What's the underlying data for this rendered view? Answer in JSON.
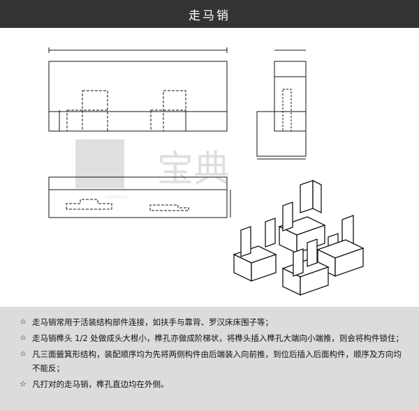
{
  "header": {
    "title": "走马销"
  },
  "drawing": {
    "watermark_brand": "宝典",
    "watermark_sub": "FURNITURE",
    "icon": "engineering-drawing-and-isometric-blocks"
  },
  "notes": {
    "bullet": "☆",
    "items": [
      "走马销常用于活装结构部件连接，如扶手与靠背、罗汉床床围子等；",
      "走马销榫头 1/2 处做成头大根小，榫孔亦做成阶梯状，将榫头插入榫孔大端向小端推，则会将构件锁住；",
      "凡三面籤箕形结构，装配顺序均为先将两侧构件由后端装入向前推，到位后插入后面构件，顺序及方向均不能反；",
      "凡打对的走马销，榫孔直边均在外侧。"
    ]
  },
  "colors": {
    "header_bg": "#333333",
    "notes_bg": "#dcdcdc",
    "line": "#111111"
  }
}
